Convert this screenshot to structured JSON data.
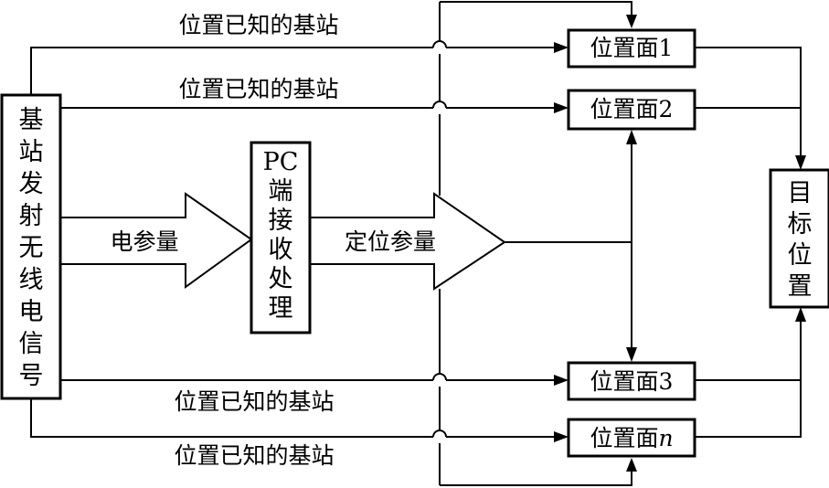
{
  "source_box": {
    "chars": [
      "基",
      "站",
      "发",
      "射",
      "无",
      "线",
      "电",
      "信",
      "号"
    ]
  },
  "pc_box": {
    "line1": "PC",
    "chars": [
      "端",
      "接",
      "收",
      "处",
      "理"
    ]
  },
  "target_box": {
    "chars": [
      "目",
      "标",
      "位",
      "置"
    ]
  },
  "position_planes": {
    "plane1": "位置面1",
    "plane2": "位置面2",
    "plane3": "位置面3",
    "planen_prefix": "位置面",
    "planen_suffix": "n"
  },
  "edge_labels": {
    "top1": "位置已知的基站",
    "top2": "位置已知的基站",
    "bottom1": "位置已知的基站",
    "bottom2": "位置已知的基站",
    "arrow1": "电参量",
    "arrow2": "定位参量"
  }
}
